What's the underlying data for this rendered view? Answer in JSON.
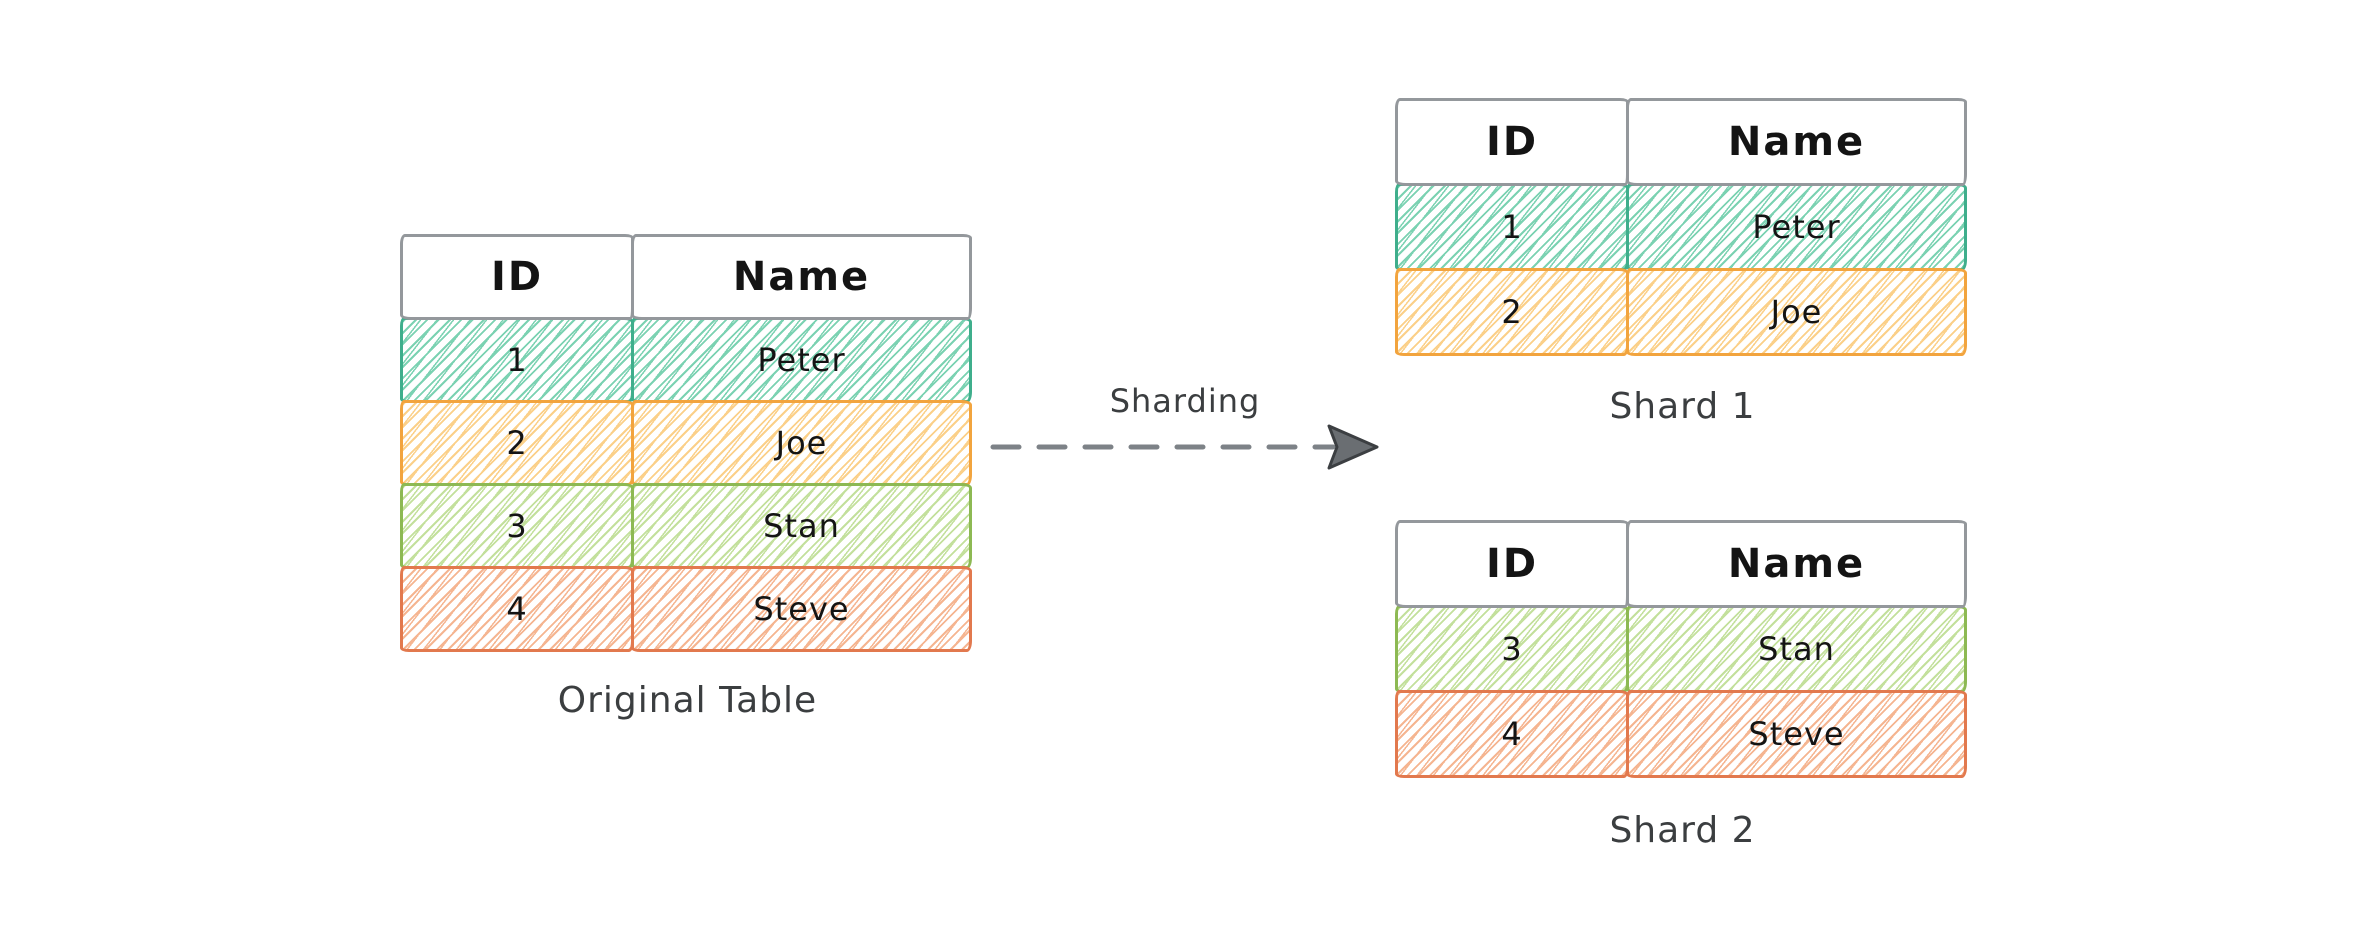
{
  "arrow": {
    "label": "Sharding"
  },
  "colors": {
    "header-border": "#94989c",
    "text": "#141414",
    "caption": "#3b3e40",
    "arrow-line": "#7d8287",
    "arrow-head-fill": "#6a6e72",
    "arrow-head-stroke": "#3c3f42",
    "teal": {
      "border": "#3fae8c",
      "hatch": "#7bd2b2"
    },
    "amber": {
      "border": "#f2a43e",
      "hatch": "#fbd089"
    },
    "green": {
      "border": "#8db953",
      "hatch": "#c3e09c"
    },
    "salmon": {
      "border": "#e2794e",
      "hatch": "#f5b591"
    }
  },
  "tables": [
    {
      "caption": "Original Table",
      "headers": [
        "ID",
        "Name"
      ],
      "rows": [
        {
          "id": "1",
          "name": "Peter",
          "color": "teal"
        },
        {
          "id": "2",
          "name": "Joe",
          "color": "amber"
        },
        {
          "id": "3",
          "name": "Stan",
          "color": "green"
        },
        {
          "id": "4",
          "name": "Steve",
          "color": "salmon"
        }
      ]
    },
    {
      "caption": "Shard 1",
      "headers": [
        "ID",
        "Name"
      ],
      "rows": [
        {
          "id": "1",
          "name": "Peter",
          "color": "teal"
        },
        {
          "id": "2",
          "name": "Joe",
          "color": "amber"
        }
      ]
    },
    {
      "caption": "Shard 2",
      "headers": [
        "ID",
        "Name"
      ],
      "rows": [
        {
          "id": "3",
          "name": "Stan",
          "color": "green"
        },
        {
          "id": "4",
          "name": "Steve",
          "color": "salmon"
        }
      ]
    }
  ]
}
